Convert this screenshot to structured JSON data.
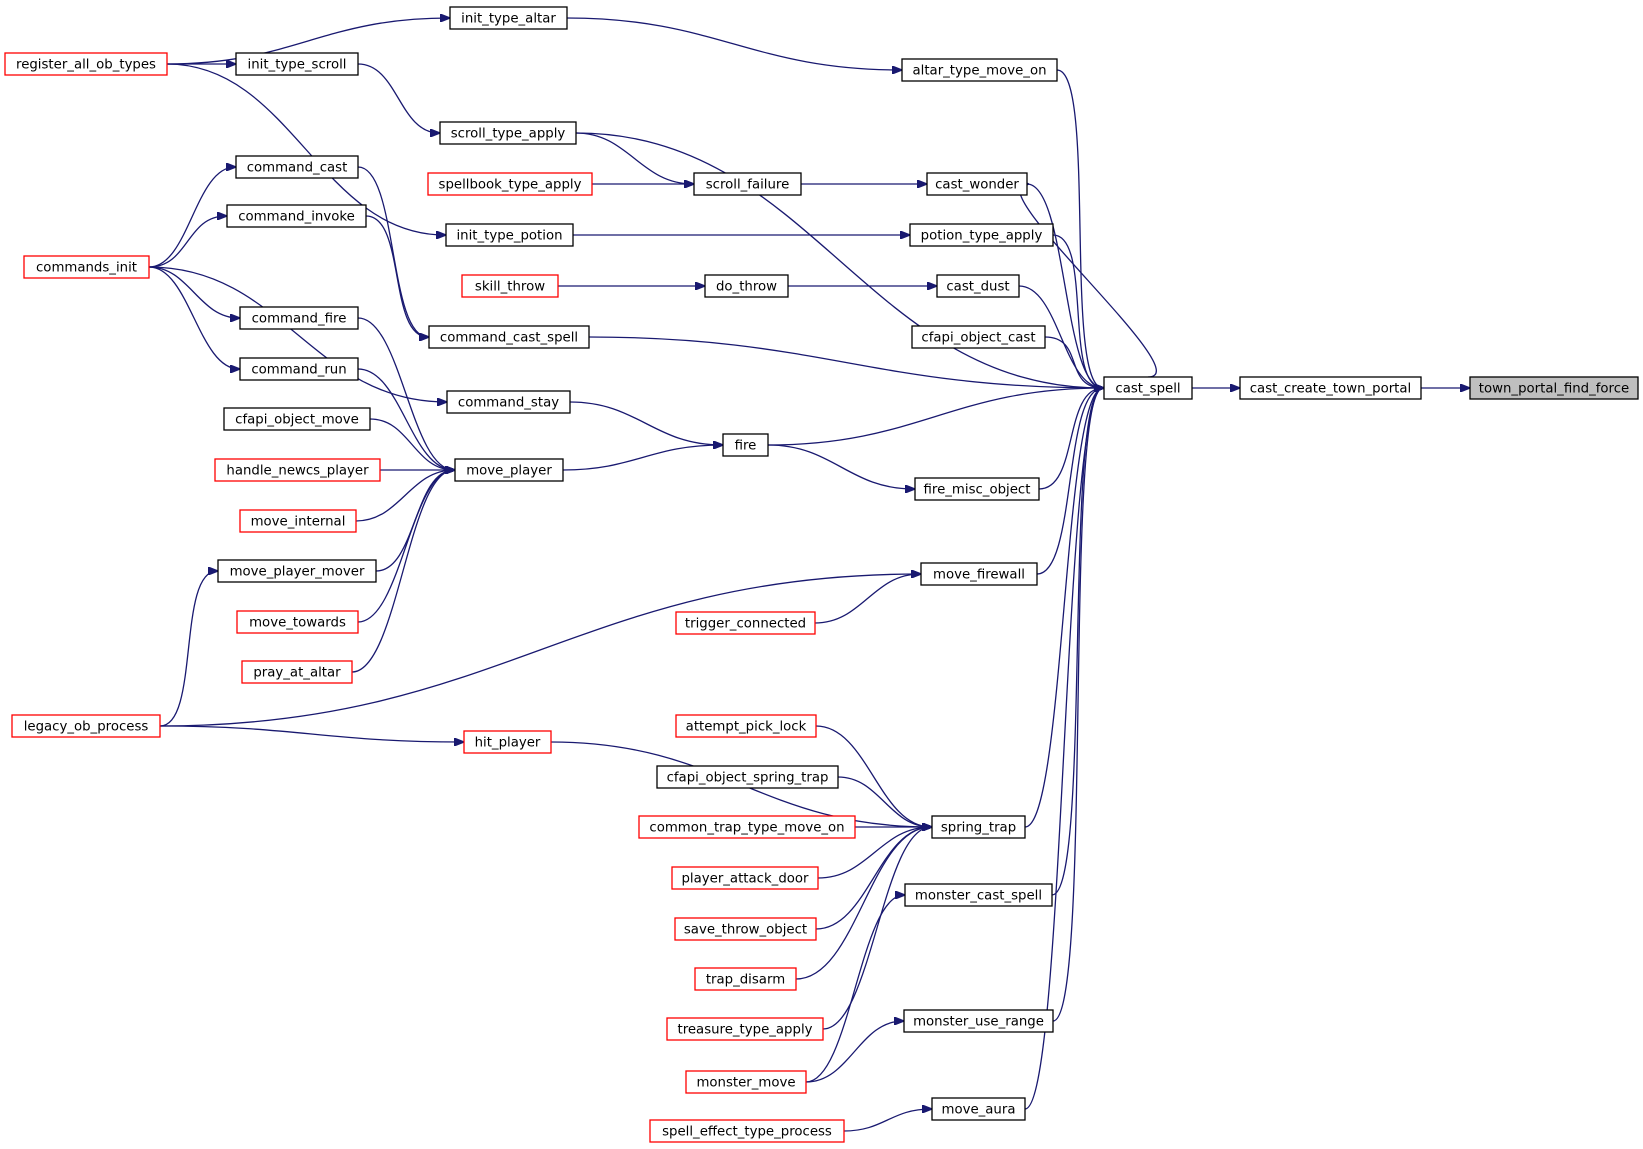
{
  "colors": {
    "edge": "#191970",
    "red_border": "#ff0000",
    "black_border": "#000000",
    "focus_fill": "#bfbfbf"
  },
  "nodes": {
    "town_portal_find_force": {
      "label": "town_portal_find_force",
      "style": "focus"
    },
    "cast_create_town_portal": {
      "label": "cast_create_town_portal",
      "style": "normal"
    },
    "cast_spell": {
      "label": "cast_spell",
      "style": "normal"
    },
    "altar_type_move_on": {
      "label": "altar_type_move_on",
      "style": "normal"
    },
    "init_type_altar": {
      "label": "init_type_altar",
      "style": "normal"
    },
    "register_all_ob_types": {
      "label": "register_all_ob_types",
      "style": "red"
    },
    "init_type_scroll": {
      "label": "init_type_scroll",
      "style": "normal"
    },
    "scroll_type_apply": {
      "label": "scroll_type_apply",
      "style": "normal"
    },
    "command_cast": {
      "label": "command_cast",
      "style": "normal"
    },
    "spellbook_type_apply": {
      "label": "spellbook_type_apply",
      "style": "red"
    },
    "scroll_failure": {
      "label": "scroll_failure",
      "style": "normal"
    },
    "cast_wonder": {
      "label": "cast_wonder",
      "style": "normal"
    },
    "command_invoke": {
      "label": "command_invoke",
      "style": "normal"
    },
    "init_type_potion": {
      "label": "init_type_potion",
      "style": "normal"
    },
    "potion_type_apply": {
      "label": "potion_type_apply",
      "style": "normal"
    },
    "commands_init": {
      "label": "commands_init",
      "style": "red"
    },
    "skill_throw": {
      "label": "skill_throw",
      "style": "red"
    },
    "do_throw": {
      "label": "do_throw",
      "style": "normal"
    },
    "cast_dust": {
      "label": "cast_dust",
      "style": "normal"
    },
    "command_fire": {
      "label": "command_fire",
      "style": "normal"
    },
    "command_cast_spell": {
      "label": "command_cast_spell",
      "style": "normal"
    },
    "cfapi_object_cast": {
      "label": "cfapi_object_cast",
      "style": "normal"
    },
    "command_run": {
      "label": "command_run",
      "style": "normal"
    },
    "command_stay": {
      "label": "command_stay",
      "style": "normal"
    },
    "cfapi_object_move": {
      "label": "cfapi_object_move",
      "style": "normal"
    },
    "fire": {
      "label": "fire",
      "style": "normal"
    },
    "handle_newcs_player": {
      "label": "handle_newcs_player",
      "style": "red"
    },
    "move_player": {
      "label": "move_player",
      "style": "normal"
    },
    "fire_misc_object": {
      "label": "fire_misc_object",
      "style": "normal"
    },
    "move_internal": {
      "label": "move_internal",
      "style": "red"
    },
    "move_player_mover": {
      "label": "move_player_mover",
      "style": "normal"
    },
    "move_firewall": {
      "label": "move_firewall",
      "style": "normal"
    },
    "move_towards": {
      "label": "move_towards",
      "style": "red"
    },
    "trigger_connected": {
      "label": "trigger_connected",
      "style": "red"
    },
    "pray_at_altar": {
      "label": "pray_at_altar",
      "style": "red"
    },
    "legacy_ob_process": {
      "label": "legacy_ob_process",
      "style": "red"
    },
    "attempt_pick_lock": {
      "label": "attempt_pick_lock",
      "style": "red"
    },
    "hit_player": {
      "label": "hit_player",
      "style": "red"
    },
    "cfapi_object_spring_trap": {
      "label": "cfapi_object_spring_trap",
      "style": "normal"
    },
    "common_trap_type_move_on": {
      "label": "common_trap_type_move_on",
      "style": "red"
    },
    "spring_trap": {
      "label": "spring_trap",
      "style": "normal"
    },
    "player_attack_door": {
      "label": "player_attack_door",
      "style": "red"
    },
    "monster_cast_spell": {
      "label": "monster_cast_spell",
      "style": "normal"
    },
    "save_throw_object": {
      "label": "save_throw_object",
      "style": "red"
    },
    "trap_disarm": {
      "label": "trap_disarm",
      "style": "red"
    },
    "treasure_type_apply": {
      "label": "treasure_type_apply",
      "style": "red"
    },
    "monster_use_range": {
      "label": "monster_use_range",
      "style": "normal"
    },
    "monster_move": {
      "label": "monster_move",
      "style": "red"
    },
    "move_aura": {
      "label": "move_aura",
      "style": "normal"
    },
    "spell_effect_type_process": {
      "label": "spell_effect_type_process",
      "style": "red"
    }
  },
  "edges": [
    [
      "cast_create_town_portal",
      "town_portal_find_force"
    ],
    [
      "cast_spell",
      "cast_create_town_portal"
    ],
    [
      "altar_type_move_on",
      "cast_spell"
    ],
    [
      "scroll_type_apply",
      "cast_spell"
    ],
    [
      "cast_wonder",
      "cast_spell"
    ],
    [
      "potion_type_apply",
      "cast_spell"
    ],
    [
      "cast_dust",
      "cast_spell"
    ],
    [
      "command_cast_spell",
      "cast_spell"
    ],
    [
      "cfapi_object_cast",
      "cast_spell"
    ],
    [
      "fire",
      "cast_spell"
    ],
    [
      "fire_misc_object",
      "cast_spell"
    ],
    [
      "move_firewall",
      "cast_spell"
    ],
    [
      "spring_trap",
      "cast_spell"
    ],
    [
      "monster_cast_spell",
      "cast_spell"
    ],
    [
      "monster_use_range",
      "cast_spell"
    ],
    [
      "move_aura",
      "cast_spell"
    ],
    [
      "init_type_altar",
      "altar_type_move_on"
    ],
    [
      "register_all_ob_types",
      "init_type_altar"
    ],
    [
      "register_all_ob_types",
      "init_type_scroll"
    ],
    [
      "register_all_ob_types",
      "init_type_potion"
    ],
    [
      "init_type_scroll",
      "scroll_type_apply"
    ],
    [
      "scroll_type_apply",
      "scroll_failure"
    ],
    [
      "spellbook_type_apply",
      "scroll_failure"
    ],
    [
      "scroll_failure",
      "cast_wonder"
    ],
    [
      "cast_spell",
      "cast_wonder"
    ],
    [
      "init_type_potion",
      "potion_type_apply"
    ],
    [
      "skill_throw",
      "do_throw"
    ],
    [
      "do_throw",
      "cast_dust"
    ],
    [
      "commands_init",
      "command_cast"
    ],
    [
      "commands_init",
      "command_invoke"
    ],
    [
      "commands_init",
      "command_fire"
    ],
    [
      "commands_init",
      "command_run"
    ],
    [
      "commands_init",
      "command_stay"
    ],
    [
      "command_cast",
      "command_cast_spell"
    ],
    [
      "command_invoke",
      "command_cast_spell"
    ],
    [
      "command_stay",
      "fire"
    ],
    [
      "move_player",
      "fire"
    ],
    [
      "fire",
      "fire_misc_object"
    ],
    [
      "command_fire",
      "move_player"
    ],
    [
      "command_run",
      "move_player"
    ],
    [
      "cfapi_object_move",
      "move_player"
    ],
    [
      "handle_newcs_player",
      "move_player"
    ],
    [
      "move_internal",
      "move_player"
    ],
    [
      "move_player_mover",
      "move_player"
    ],
    [
      "move_towards",
      "move_player"
    ],
    [
      "pray_at_altar",
      "move_player"
    ],
    [
      "legacy_ob_process",
      "move_player_mover"
    ],
    [
      "legacy_ob_process",
      "move_firewall"
    ],
    [
      "legacy_ob_process",
      "hit_player"
    ],
    [
      "trigger_connected",
      "move_firewall"
    ],
    [
      "hit_player",
      "spring_trap"
    ],
    [
      "attempt_pick_lock",
      "spring_trap"
    ],
    [
      "cfapi_object_spring_trap",
      "spring_trap"
    ],
    [
      "common_trap_type_move_on",
      "spring_trap"
    ],
    [
      "player_attack_door",
      "spring_trap"
    ],
    [
      "save_throw_object",
      "spring_trap"
    ],
    [
      "trap_disarm",
      "spring_trap"
    ],
    [
      "treasure_type_apply",
      "spring_trap"
    ],
    [
      "monster_move",
      "monster_cast_spell"
    ],
    [
      "monster_move",
      "monster_use_range"
    ],
    [
      "spell_effect_type_process",
      "move_aura"
    ]
  ]
}
